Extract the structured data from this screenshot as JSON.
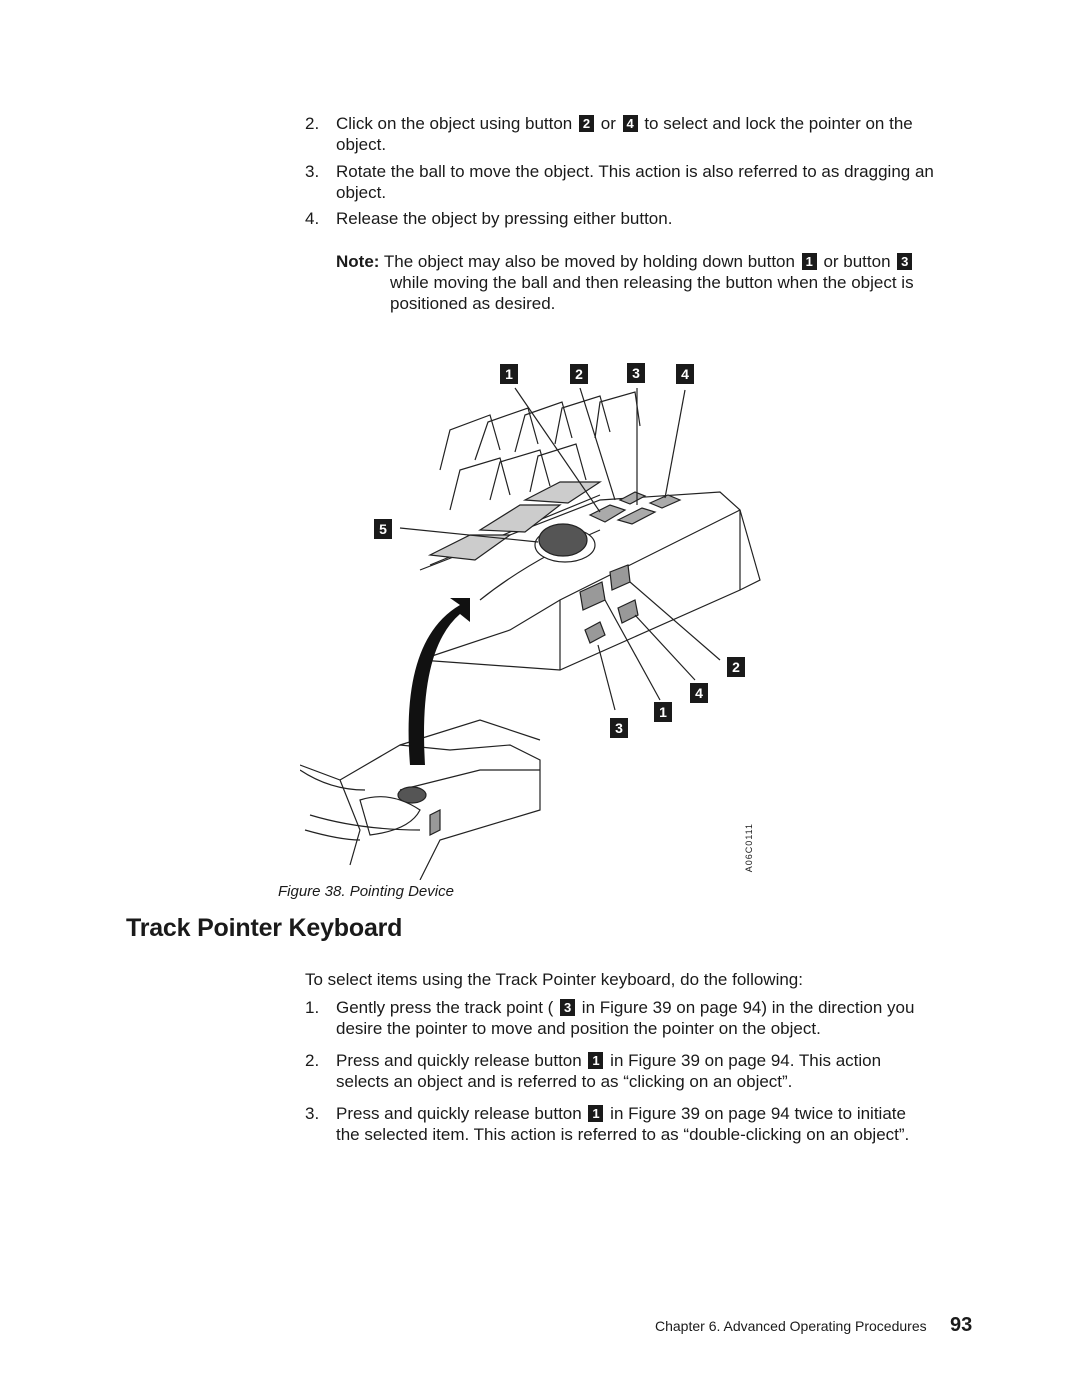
{
  "list1": [
    {
      "num": "2.",
      "line1_pre": "Click on the object using button",
      "badge_a": "2",
      "mid": "or",
      "badge_b": "4",
      "line1_post": "to select and lock the pointer on the",
      "line2": "object."
    },
    {
      "num": "3.",
      "line1": "Rotate the ball to move the object. This action is also referred to as dragging an",
      "line2": "object."
    },
    {
      "num": "4.",
      "line1": "Release the object by pressing either button."
    }
  ],
  "note": {
    "label": "Note:",
    "line1_pre": "The object may also be moved by holding down button",
    "badge_a": "1",
    "mid": "or button",
    "badge_b": "3",
    "line2": "while moving the ball and then releasing the button when the object is",
    "line3": "positioned as desired."
  },
  "figure": {
    "callouts_top": [
      "1",
      "2",
      "3",
      "4"
    ],
    "callout_left": "5",
    "callouts_right": [
      "2",
      "4",
      "1",
      "3"
    ],
    "id": "A06C0111",
    "caption": "Figure 38. Pointing Device"
  },
  "section": {
    "title": "Track Pointer Keyboard",
    "intro": "To select items using the Track Pointer keyboard, do the following:",
    "items": [
      {
        "num": "1.",
        "pre": "Gently press the track point (",
        "badge": "3",
        "post": "in Figure 39 on page 94) in the direction you",
        "line2": "desire the pointer to move and position the pointer on the object."
      },
      {
        "num": "2.",
        "pre": "Press and quickly release button",
        "badge": "1",
        "post": "in Figure 39 on page 94. This action",
        "line2": "selects an object and is referred to as “clicking on an object”."
      },
      {
        "num": "3.",
        "pre": "Press and quickly release button",
        "badge": "1",
        "post": "in Figure 39 on page 94 twice to initiate",
        "line2": "the selected item. This action is referred to as “double-clicking on an object”."
      }
    ]
  },
  "footer": {
    "chapter": "Chapter 6. Advanced Operating Procedures",
    "page": "93"
  }
}
